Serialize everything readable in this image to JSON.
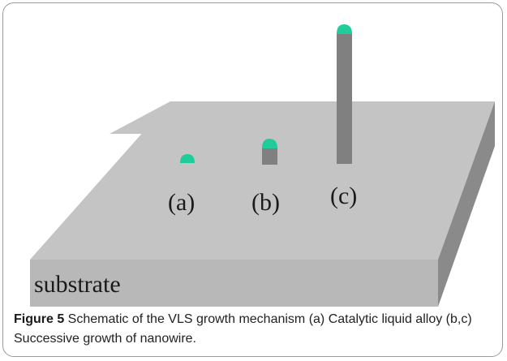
{
  "figure": {
    "substrate_label": "substrate",
    "stages": [
      {
        "label": "(a)"
      },
      {
        "label": "(b)"
      },
      {
        "label": "(c)"
      }
    ],
    "colors": {
      "top_face": "#c4c4c4",
      "front_face": "#b8b8b8",
      "side_face": "#8a8a8a",
      "wire": "#808080",
      "droplet": "#1fcc9a"
    }
  },
  "caption": {
    "number": "Figure 5",
    "text": " Schematic of the VLS growth mechanism (a) Catalytic liquid alloy (b,c) Successive growth of nanowire."
  }
}
